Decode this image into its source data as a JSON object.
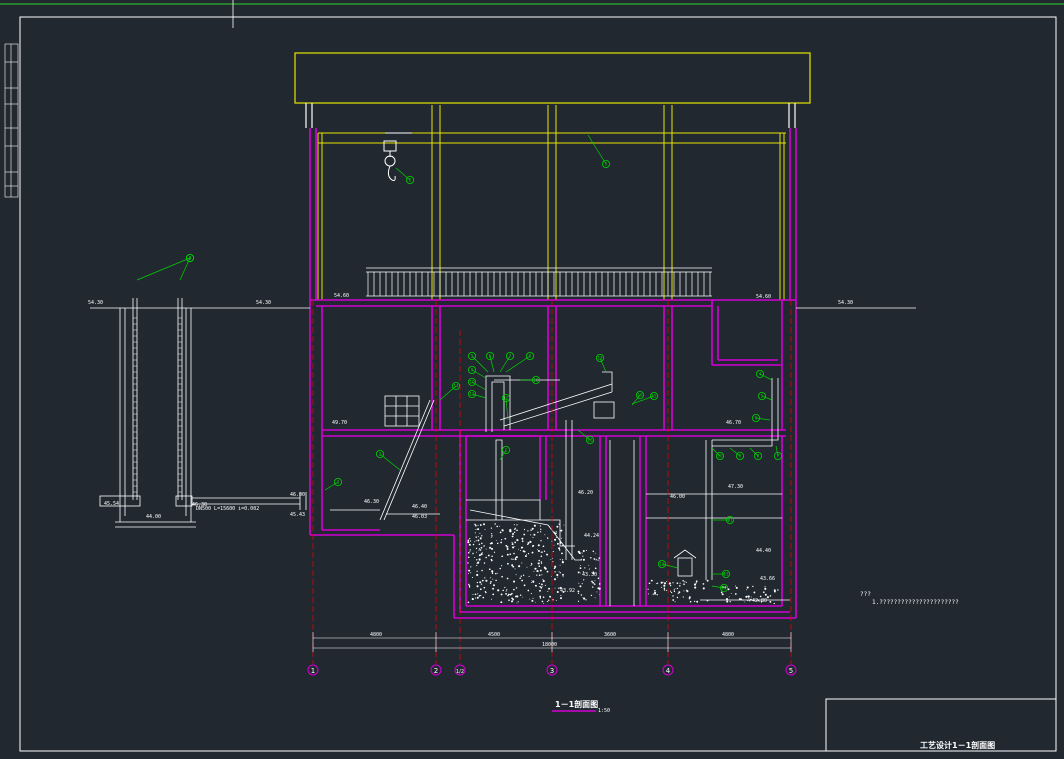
{
  "drawing": {
    "title": "1－1剖面图",
    "scale": "1:50",
    "title_block_text": "工艺设计1－1剖面图",
    "note_heading": "???",
    "note_line": "1.??????????????????????"
  },
  "grid_axes": [
    "1",
    "2",
    "1/2",
    "3",
    "4",
    "5"
  ],
  "dimensions": [
    "4800",
    "4500",
    "3600",
    "4800",
    "18000"
  ],
  "elevations": {
    "ground_left": "54.30",
    "ground_right": "54.30",
    "floor_main": "54.60",
    "floor_right": "54.60",
    "mid_left": "49.70",
    "mid_right": "46.70",
    "pipe_in": "46.00",
    "well_top": "45.54",
    "well_bottom": "44.00",
    "inlet_a": "46.30",
    "inlet_b": "45.43",
    "pit_a": "46.40",
    "pit_b": "46.03",
    "channel_a": "46.20",
    "channel_b": "44.24",
    "bottom_a": "43.30",
    "bottom_b": "43.92",
    "tank_a": "47.30",
    "tank_b": "46.00",
    "tank_c": "44.40",
    "tank_d": "43.66",
    "tank_bottom": "42.80"
  },
  "pipe_label": "DN500 L=15600 i=0.002",
  "callouts": [
    "1",
    "2",
    "3",
    "4",
    "5",
    "6",
    "7",
    "8",
    "9",
    "10",
    "11",
    "12",
    "13",
    "14",
    "15",
    "16"
  ],
  "colors": {
    "background": "#212830",
    "wall": "#d400d4",
    "frame": "#e6e600",
    "line": "#ffffff",
    "axis": "#e00000",
    "callout": "#00d400"
  }
}
